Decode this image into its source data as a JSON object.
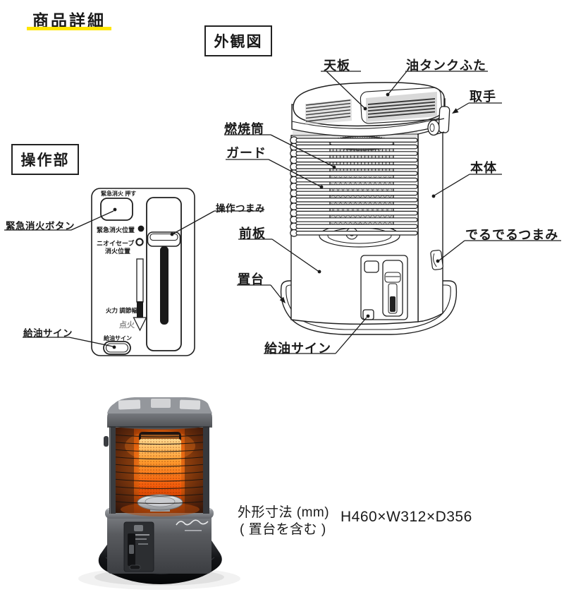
{
  "title": {
    "text": "商品詳細"
  },
  "sections": {
    "exterior_heading": "外観図",
    "operation_heading": "操作部"
  },
  "exterior_labels": {
    "top_plate": "天板",
    "oil_tank_lid": "油タンクふた",
    "handle": "取手",
    "combustion_cylinder": "燃焼筒",
    "guard": "ガード",
    "main_body": "本体",
    "front_plate": "前板",
    "deru_deru_knob": "でるでるつまみ",
    "stand": "置台",
    "refuel_sign": "給油サイン"
  },
  "operation_labels": {
    "emergency_button": "緊急消火ボタン",
    "operation_knob": "操作つまみ",
    "refuel_sign": "給油サイン"
  },
  "operation_panel": {
    "emergency_push": "緊急消火 押す",
    "emergency_position": "緊急消火位置",
    "odor_save": "ニオイセーブ",
    "extinguish_position": "消火位置",
    "heat_adjust_range": "火力 調節幅",
    "ignition": "点火",
    "refuel_sign": "給油サイン"
  },
  "dimensions": {
    "label_line1": "外形寸法 (mm)",
    "label_line2": "( 置台を含む )",
    "value": "H460×W312×D356"
  },
  "colors": {
    "accent_underline": "#ffe600",
    "line": "#1a1a1a",
    "glow_orange": "#f26a10"
  }
}
